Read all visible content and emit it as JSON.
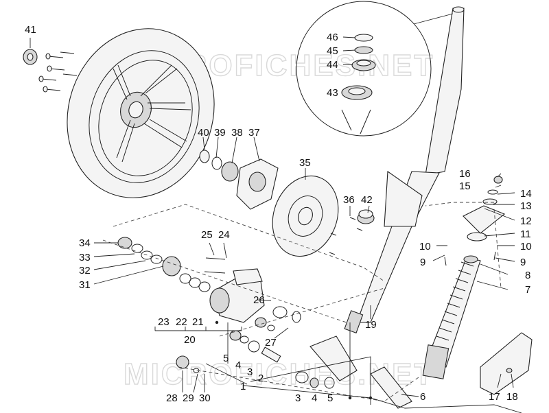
{
  "watermark": "MICROFICHES.NET",
  "part_numbers": {
    "p1": "1",
    "p2": "2",
    "p3a": "3",
    "p3b": "3",
    "p4a": "4",
    "p4b": "4",
    "p5a": "5",
    "p5b": "5",
    "p6": "6",
    "p7": "7",
    "p8": "8",
    "p9a": "9",
    "p9b": "9",
    "p10a": "10",
    "p10b": "10",
    "p11": "11",
    "p12": "12",
    "p13": "13",
    "p14": "14",
    "p15": "15",
    "p16": "16",
    "p17": "17",
    "p18": "18",
    "p19": "19",
    "p20": "20",
    "p21": "21",
    "p22": "22",
    "p23": "23",
    "p24": "24",
    "p25": "25",
    "p26": "26",
    "p27": "27",
    "p28": "28",
    "p29": "29",
    "p30": "30",
    "p31": "31",
    "p32": "32",
    "p33": "33",
    "p34": "34",
    "p35": "35",
    "p36": "36",
    "p37": "37",
    "p38": "38",
    "p39": "39",
    "p40": "40",
    "p41": "41",
    "p42": "42",
    "p43": "43",
    "p44": "44",
    "p45": "45",
    "p46": "46"
  }
}
